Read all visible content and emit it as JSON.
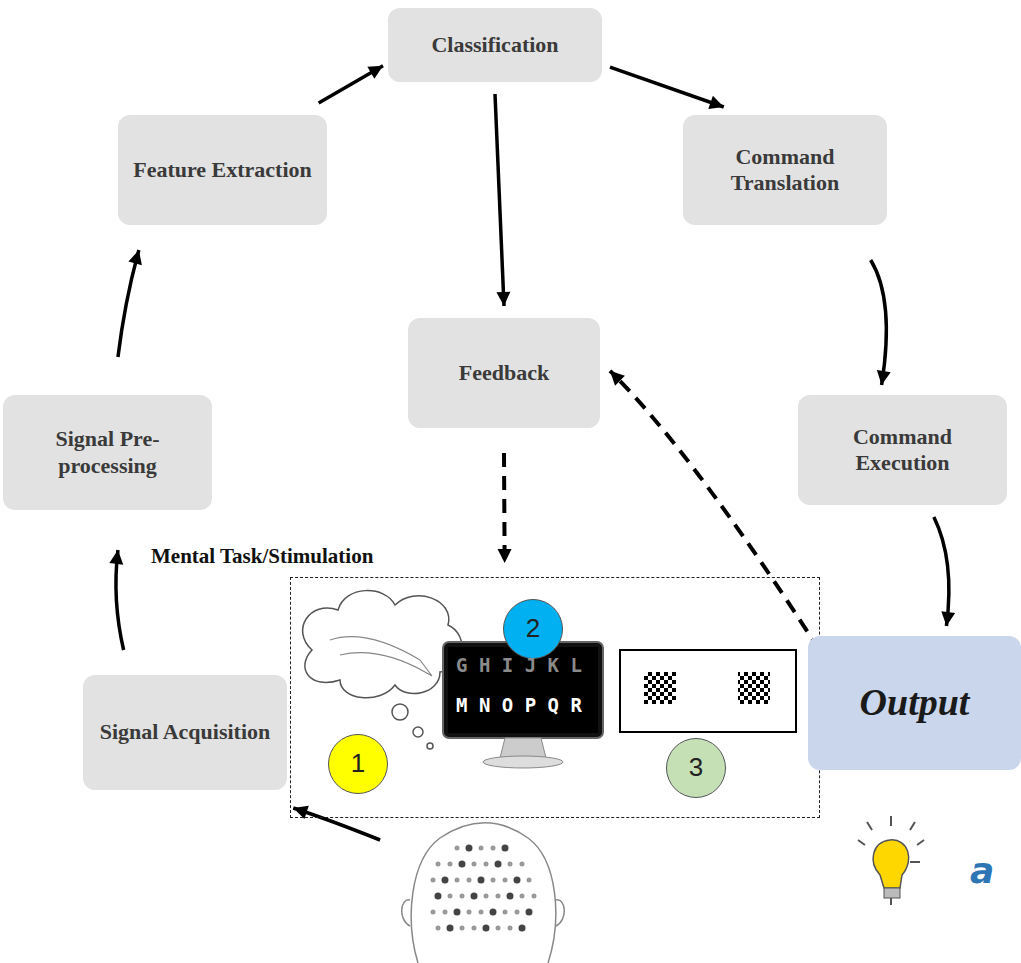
{
  "diagram": {
    "nodes": [
      {
        "text": [
          "Classification"
        ]
      },
      {
        "text": [
          "Feature Extraction"
        ]
      },
      {
        "text": [
          "Command Translation"
        ]
      },
      {
        "text": [
          "Feedback"
        ]
      },
      {
        "text": [
          "Signal Pre-processing"
        ]
      },
      {
        "text": [
          "Command Execution"
        ]
      },
      {
        "text": [
          "Mental Task/Stimulation"
        ]
      },
      {
        "text": [
          "2"
        ],
        "in": 6
      },
      {
        "text": [
          "1"
        ],
        "in": 6
      },
      {
        "text": [
          "3"
        ],
        "in": 6
      },
      {
        "text": [
          "Signal Acquisition"
        ]
      },
      {
        "text": [
          "Output"
        ]
      }
    ],
    "edges": [
      {
        "from": 1,
        "to": 0,
        "arrow": "to"
      },
      {
        "from": 0,
        "to": 2,
        "arrow": "to"
      },
      {
        "from": 0,
        "to": 3,
        "arrow": "to"
      },
      {
        "from": 2,
        "to": 5,
        "arrow": "to"
      },
      {
        "from": 5,
        "to": 11,
        "arrow": "to"
      },
      {
        "from": 11,
        "to": 3,
        "arrow": "to"
      },
      {
        "from": 3,
        "to": 6,
        "arrow": "to"
      },
      {
        "from": 6,
        "to": 10,
        "arrow": "to"
      },
      {
        "from": 10,
        "to": 4,
        "arrow": "to"
      },
      {
        "from": 4,
        "to": 1,
        "arrow": "to"
      }
    ],
    "labels": [
      "G H I J K L",
      "M N O P Q R",
      "a"
    ]
  }
}
